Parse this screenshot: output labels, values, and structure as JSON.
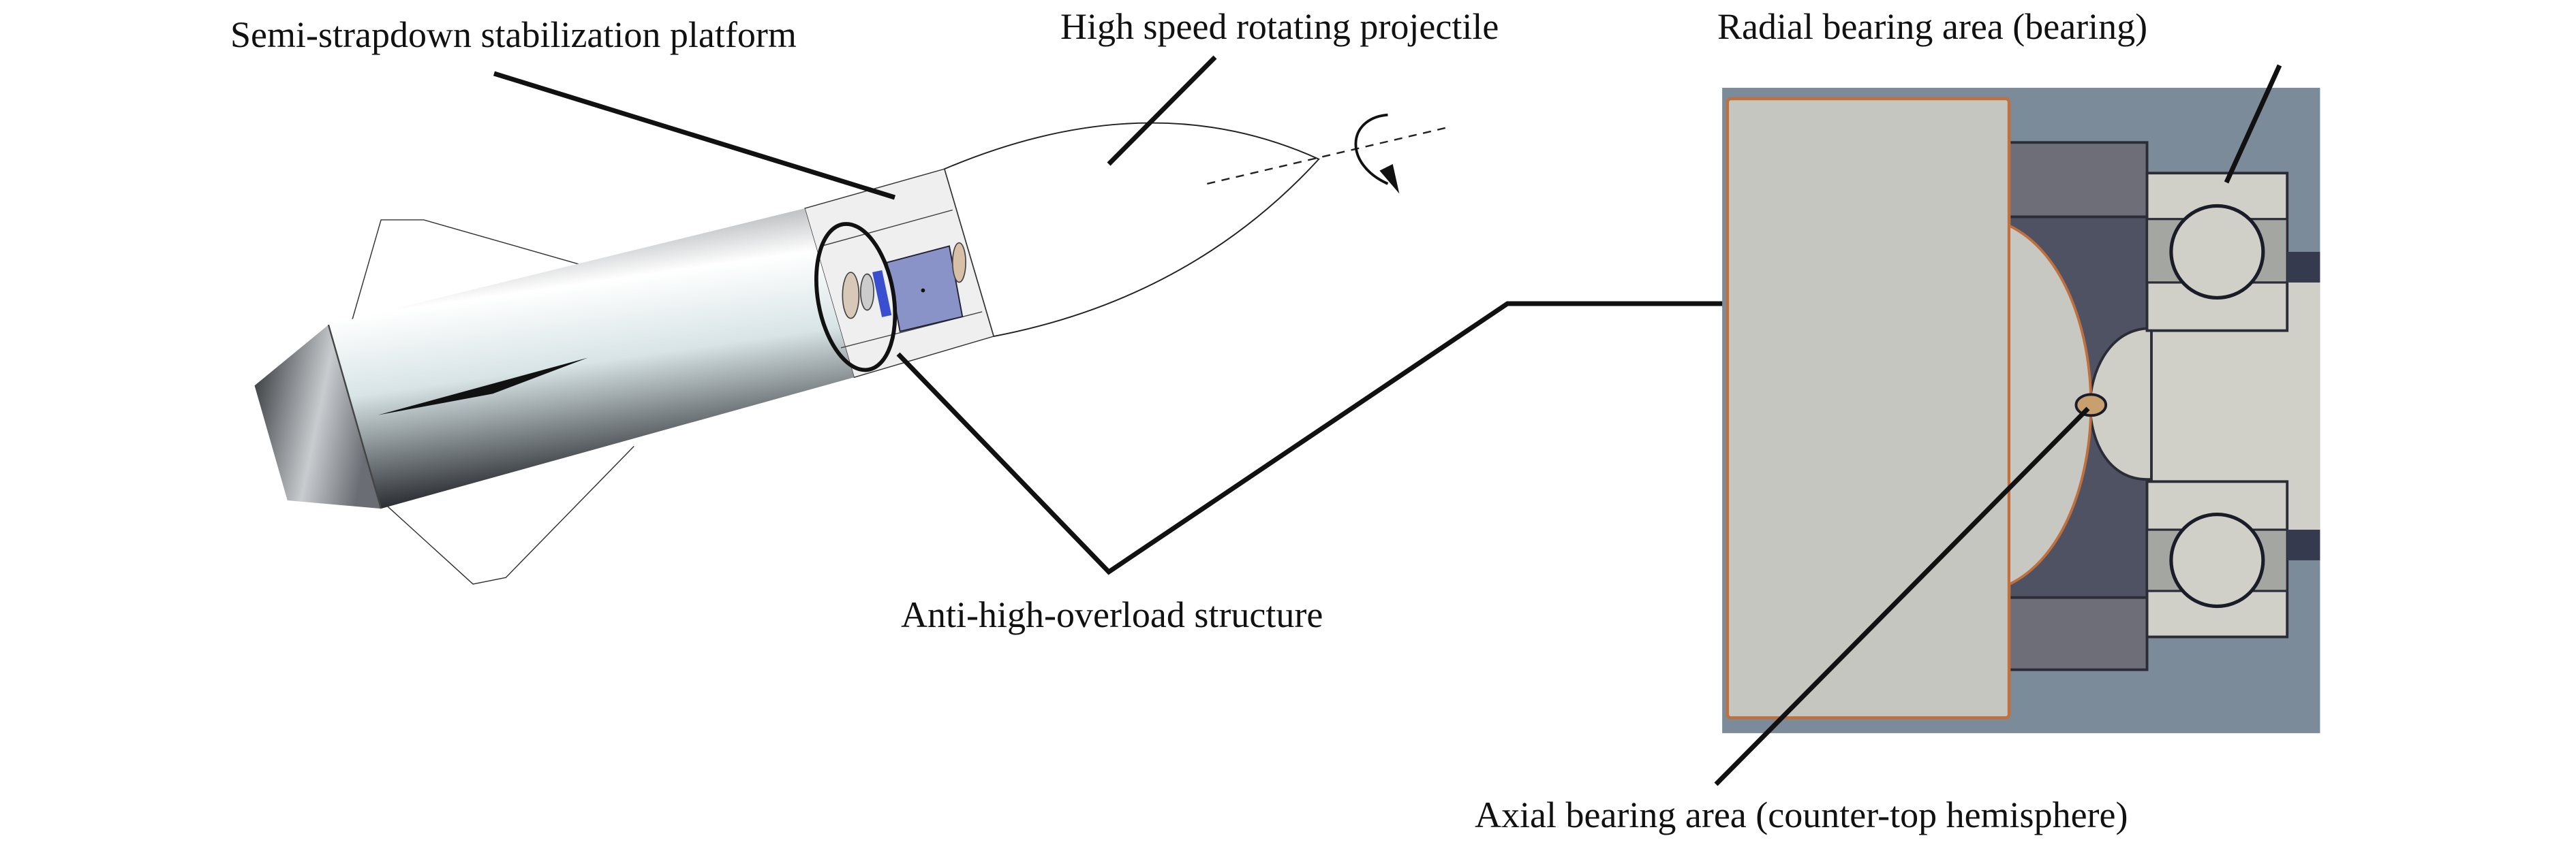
{
  "labels": {
    "platform": "Semi-strapdown stabilization platform",
    "projectile": "High speed rotating projectile",
    "radial": "Radial bearing area (bearing)",
    "anti_overload": "Anti-high-overload structure",
    "axial": "Axial bearing area (counter-top hemisphere)"
  },
  "colors": {
    "housing_bg": "#7b8b99",
    "plate": "#c6c6c0",
    "plate_edge": "#c0703c",
    "dark_housing": "#4f5262",
    "bearing_light": "#d0d0c9",
    "accent_blue": "#3a4fd0"
  }
}
